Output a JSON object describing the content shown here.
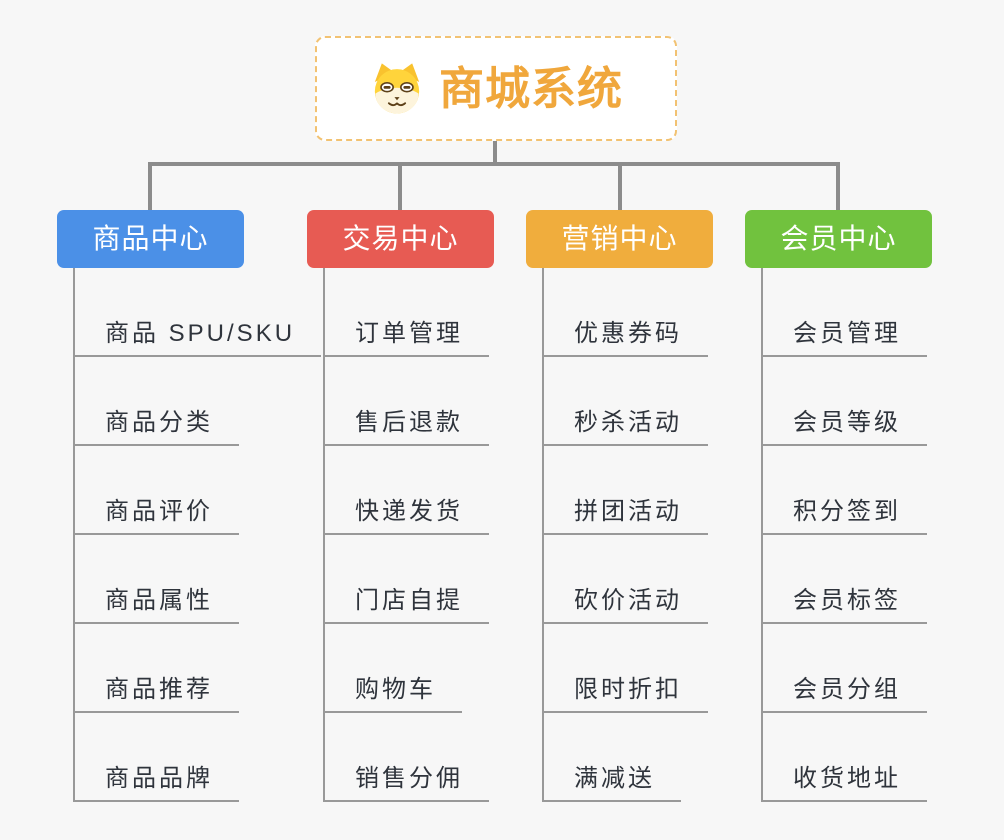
{
  "root": {
    "title": "商城系统",
    "icon": "dog-face-icon",
    "title_color": "#f0a73c",
    "border_color": "#f2c272"
  },
  "branches": [
    {
      "label": "商品中心",
      "color": "#4b90e7",
      "children": [
        "商品 SPU/SKU",
        "商品分类",
        "商品评价",
        "商品属性",
        "商品推荐",
        "商品品牌"
      ]
    },
    {
      "label": "交易中心",
      "color": "#e75b53",
      "children": [
        "订单管理",
        "售后退款",
        "快递发货",
        "门店自提",
        "购物车",
        "销售分佣"
      ]
    },
    {
      "label": "营销中心",
      "color": "#f0ad3d",
      "children": [
        "优惠券码",
        "秒杀活动",
        "拼团活动",
        "砍价活动",
        "限时折扣",
        "满减送"
      ]
    },
    {
      "label": "会员中心",
      "color": "#71c23e",
      "children": [
        "会员管理",
        "会员等级",
        "积分签到",
        "会员标签",
        "会员分组",
        "收货地址"
      ]
    }
  ]
}
